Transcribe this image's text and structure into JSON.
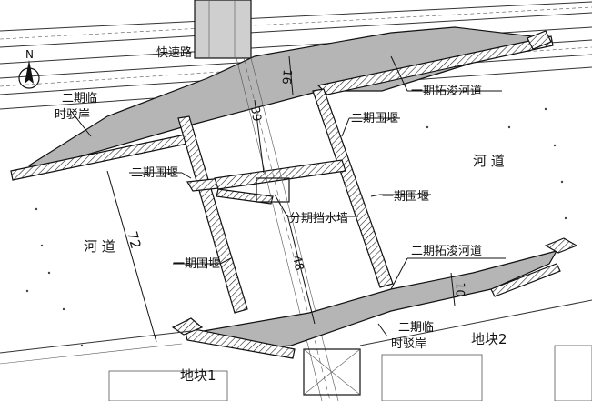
{
  "labels": {
    "expressway": "快速路",
    "north": "N",
    "temp_quay_top": "二期临\n时驳岸",
    "dredge_top": "一期拓浚河道",
    "cofferdam_phase2_right": "二期围堰",
    "cofferdam_phase2_left": "二期围堰",
    "river_right": "河 道",
    "cofferdam_phase1_right": "一期围堰",
    "partition_wall": "分期挡水墙",
    "river_left": "河 道",
    "dredge_bottom": "二期拓浚河道",
    "cofferdam_phase1_left": "一期围堰",
    "temp_quay_bottom": "二期临\n时驳岸",
    "plot2": "地块2",
    "plot1": "地块1"
  },
  "dimensions": {
    "d16": "16",
    "d39": "39",
    "d48": "48",
    "d72": "72",
    "d10": "10"
  },
  "colors": {
    "dredged_area": "#b5b5b5",
    "line": "#111111",
    "background": "#ffffff"
  },
  "icons": {
    "north_arrow": "compass-north-icon"
  }
}
